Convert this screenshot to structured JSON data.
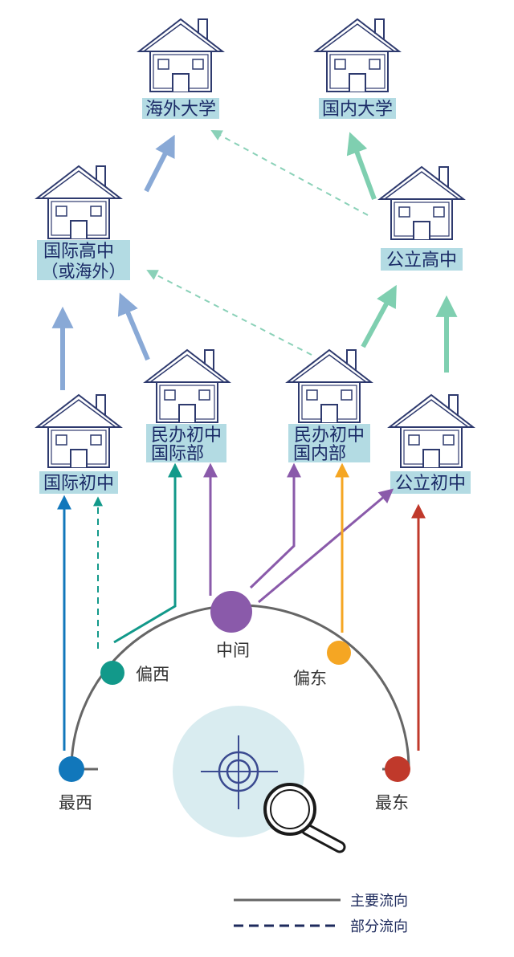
{
  "colors": {
    "house_outline": "#2e3a6e",
    "label_bg": "#b3dbe3",
    "blue": "#89a9d6",
    "mint": "#7fcfb0",
    "dash_mint": "#8ad1b8",
    "arc": "#666666",
    "west": "#1177bb",
    "teal": "#12998a",
    "purple": "#8a5aaa",
    "orange": "#f5a623",
    "red": "#c0392b",
    "lens_bg": "#d9ecf0",
    "legend_solid": "#666666",
    "legend_dash": "#1d2a5c"
  },
  "houses": {
    "overseas_university": {
      "label_lines": [
        "海外大学"
      ],
      "icon": "house-icon"
    },
    "domestic_university": {
      "label_lines": [
        "国内大学"
      ],
      "icon": "house-icon"
    },
    "intl_high_school": {
      "label_lines": [
        "国际高中",
        "（或海外）"
      ],
      "icon": "house-icon"
    },
    "public_high_school": {
      "label_lines": [
        "公立高中"
      ],
      "icon": "house-icon"
    },
    "intl_middle_school": {
      "label_lines": [
        "国际初中"
      ],
      "icon": "house-icon"
    },
    "private_middle_intl": {
      "label_lines": [
        "民办初中",
        "国际部"
      ],
      "icon": "house-icon"
    },
    "private_middle_domestic": {
      "label_lines": [
        "民办初中",
        "国内部"
      ],
      "icon": "house-icon"
    },
    "public_middle_school": {
      "label_lines": [
        "公立初中"
      ],
      "icon": "house-icon"
    }
  },
  "spectrum": {
    "far_west": "最西",
    "west_leaning": "偏西",
    "middle": "中间",
    "east_leaning": "偏东",
    "far_east": "最东"
  },
  "magnifier": {
    "icon": "magnifier-icon",
    "crosshair_icon": "crosshair-icon"
  },
  "legend": {
    "main_flow": "主要流向",
    "partial_flow": "部分流向"
  }
}
